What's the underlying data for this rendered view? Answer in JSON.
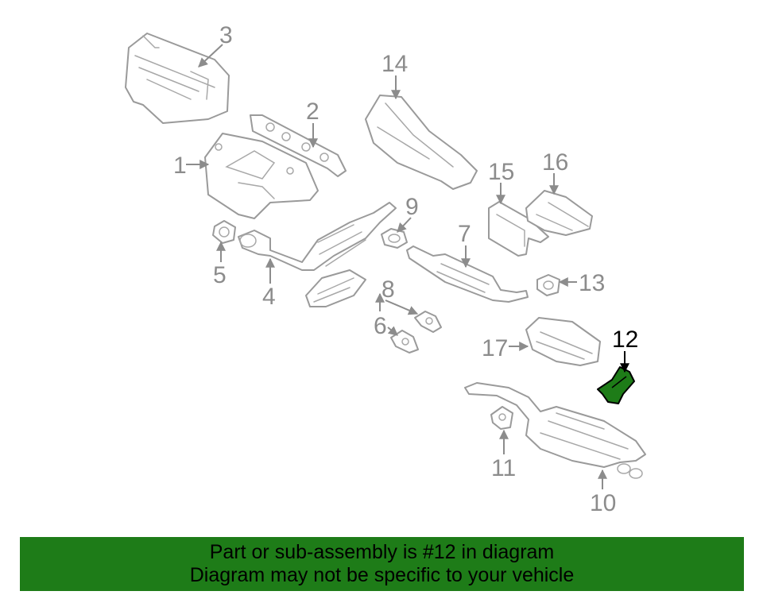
{
  "callouts": {
    "c1": "1",
    "c2": "2",
    "c3": "3",
    "c4": "4",
    "c5": "5",
    "c6": "6",
    "c7": "7",
    "c8": "8",
    "c9": "9",
    "c10": "10",
    "c11": "11",
    "c12": "12",
    "c13": "13",
    "c14": "14",
    "c15": "15",
    "c16": "16",
    "c17": "17"
  },
  "highlight": {
    "part": "12",
    "color": "#1e7c18"
  },
  "banner": {
    "line1": "Part or sub-assembly is #12 in diagram",
    "line2": "Diagram may not be specific to your vehicle",
    "background": "#1e7c18"
  }
}
